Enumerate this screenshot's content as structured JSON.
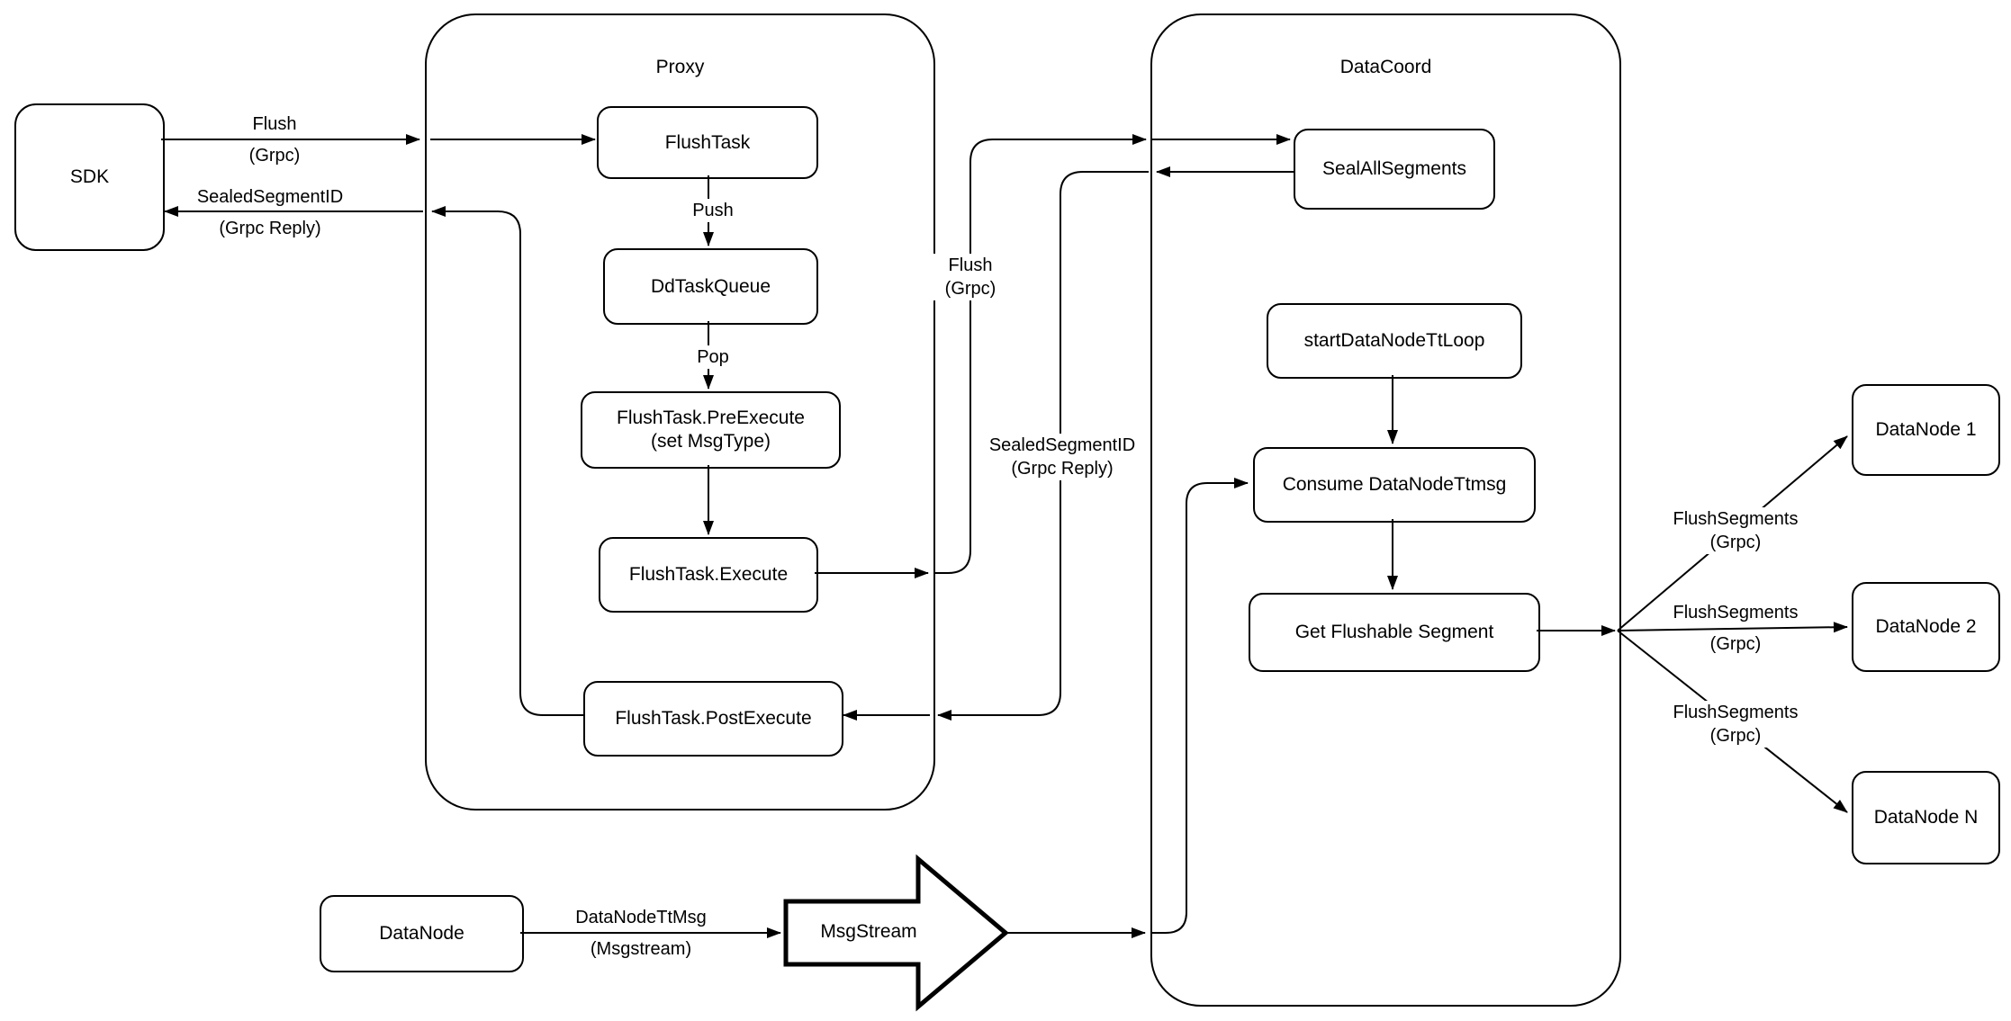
{
  "containers": {
    "proxy": {
      "title": "Proxy"
    },
    "datacoord": {
      "title": "DataCoord"
    }
  },
  "nodes": {
    "sdk": {
      "label": "SDK"
    },
    "flushtask": {
      "label": "FlushTask"
    },
    "ddtaskqueue": {
      "label": "DdTaskQueue"
    },
    "preexecute": {
      "line1": "FlushTask.PreExecute",
      "line2": "(set MsgType)"
    },
    "execute": {
      "label": "FlushTask.Execute"
    },
    "postexecute": {
      "label": "FlushTask.PostExecute"
    },
    "sealallsegments": {
      "label": "SealAllSegments"
    },
    "startdatanodettloop": {
      "label": "startDataNodeTtLoop"
    },
    "consumedatanodettmsg": {
      "label": "Consume DataNodeTtmsg"
    },
    "getflushablesegment": {
      "label": "Get Flushable Segment"
    },
    "datanode1": {
      "label": "DataNode 1"
    },
    "datanode2": {
      "label": "DataNode 2"
    },
    "datanoden": {
      "label": "DataNode N"
    },
    "datanode": {
      "label": "DataNode"
    },
    "msgstream": {
      "label": "MsgStream"
    }
  },
  "edge_labels": {
    "flush_sdk_proxy": {
      "line1": "Flush",
      "line2": "(Grpc)"
    },
    "sealed_proxy_sdk": {
      "line1": "SealedSegmentID",
      "line2": "(Grpc Reply)"
    },
    "push": {
      "line1": "Push"
    },
    "pop": {
      "line1": "Pop"
    },
    "flush_proxy_datacoord": {
      "line1": "Flush",
      "line2": "(Grpc)"
    },
    "sealed_datacoord_proxy": {
      "line1": "SealedSegmentID",
      "line2": "(Grpc Reply)"
    },
    "flushsegments1": {
      "line1": "FlushSegments",
      "line2": "(Grpc)"
    },
    "flushsegments2": {
      "line1": "FlushSegments",
      "line2": "(Grpc)"
    },
    "flushsegments3": {
      "line1": "FlushSegments",
      "line2": "(Grpc)"
    },
    "datanodettmsg": {
      "line1": "DataNodeTtMsg",
      "line2": "(Msgstream)"
    }
  },
  "colors": {
    "stroke": "#000000",
    "background": "#ffffff"
  }
}
